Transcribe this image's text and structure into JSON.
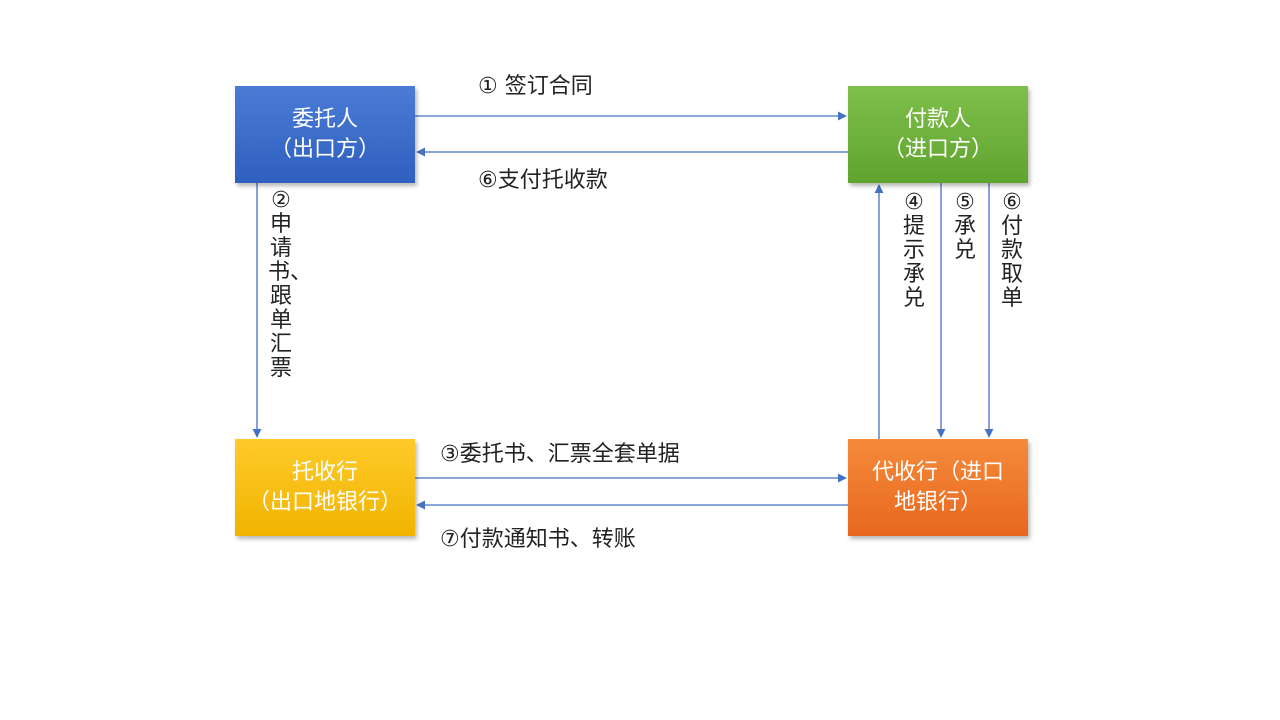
{
  "nodes": {
    "entruster": {
      "line1": "委托人",
      "line2": "（出口方）",
      "color": "#3b6cc9"
    },
    "payer": {
      "line1": "付款人",
      "line2": "（进口方）",
      "color": "#6fb03c"
    },
    "remitting_bank": {
      "line1": "托收行",
      "line2": "（出口地银行）",
      "color": "#f7bd0f"
    },
    "collecting_bank": {
      "line1": "代收行（进口",
      "line2": "地银行）",
      "color": "#ee7628"
    }
  },
  "steps": {
    "step1": "① 签订合同",
    "step6_pay": "⑥支付托收款",
    "step2": "②申请书、跟单汇票",
    "step3": "③委托书、汇票全套单据",
    "step7": "⑦付款通知书、转账",
    "step4": "④提示承兑",
    "step5": "⑤承兑",
    "step6_take": "⑥付款取单"
  },
  "arrow_color": "#4472c4"
}
